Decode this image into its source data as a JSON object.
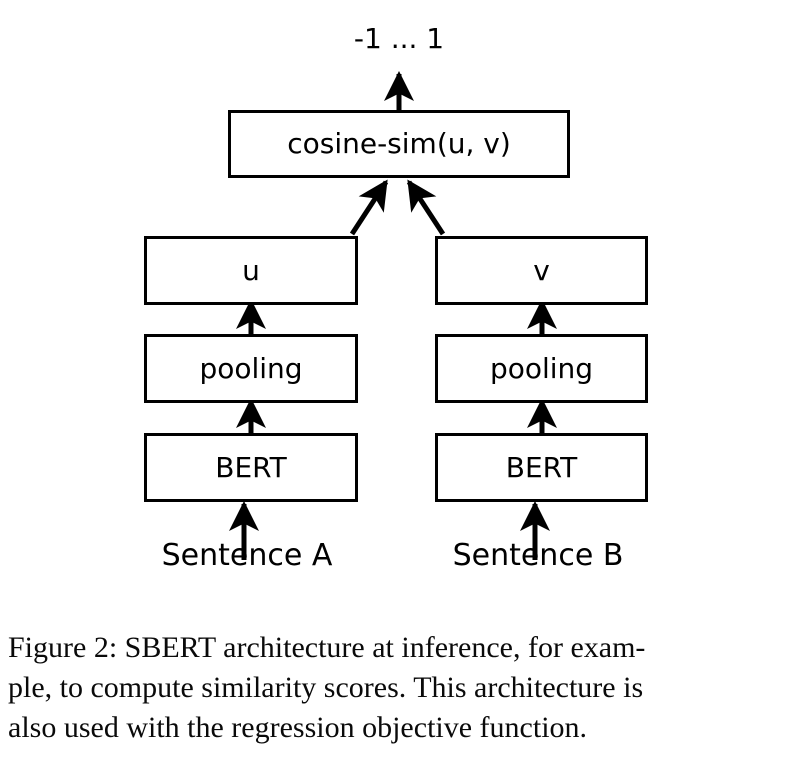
{
  "figure": {
    "output_label": "-1 ... 1",
    "nodes": {
      "cosine": "cosine-sim(u, v)",
      "u": "u",
      "v": "v",
      "pooling_left": "pooling",
      "pooling_right": "pooling",
      "bert_left": "BERT",
      "bert_right": "BERT"
    },
    "inputs": {
      "left": "Sentence A",
      "right": "Sentence B"
    },
    "colors": {
      "stroke": "#000000",
      "fill": "#ffffff",
      "text": "#000000"
    }
  },
  "caption": {
    "line1": "Figure 2:  SBERT architecture at inference, for exam-",
    "line2": "ple, to compute similarity scores.  This architecture is",
    "line3": "also used with the regression objective function."
  }
}
